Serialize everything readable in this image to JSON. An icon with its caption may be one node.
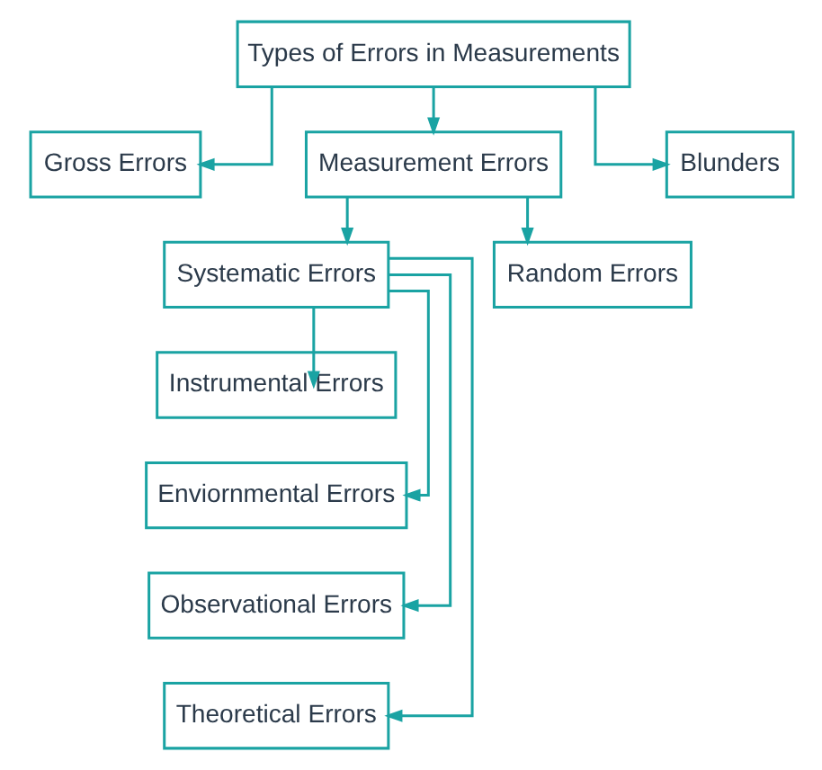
{
  "diagram": {
    "nodes": [
      {
        "text": [
          "Types of Errors in Measurements"
        ]
      },
      {
        "text": [
          "Gross Errors"
        ]
      },
      {
        "text": [
          "Measurement Errors"
        ]
      },
      {
        "text": [
          "Blunders"
        ]
      },
      {
        "text": [
          "Systematic Errors"
        ]
      },
      {
        "text": [
          "Random Errors"
        ]
      },
      {
        "text": [
          "Instrumental Errors"
        ]
      },
      {
        "text": [
          "Enviornmental Errors"
        ]
      },
      {
        "text": [
          "Observational Errors"
        ]
      },
      {
        "text": [
          "Theoretical Errors"
        ]
      }
    ],
    "edges": [
      {
        "from": 0,
        "to": 1,
        "arrow": "to"
      },
      {
        "from": 0,
        "to": 2,
        "arrow": "to"
      },
      {
        "from": 0,
        "to": 3,
        "arrow": "to"
      },
      {
        "from": 2,
        "to": 4,
        "arrow": "to"
      },
      {
        "from": 2,
        "to": 5,
        "arrow": "to"
      },
      {
        "from": 4,
        "to": 6,
        "arrow": "to"
      },
      {
        "from": 4,
        "to": 7,
        "arrow": "to"
      },
      {
        "from": 4,
        "to": 8,
        "arrow": "to"
      },
      {
        "from": 4,
        "to": 9,
        "arrow": "to"
      }
    ]
  }
}
